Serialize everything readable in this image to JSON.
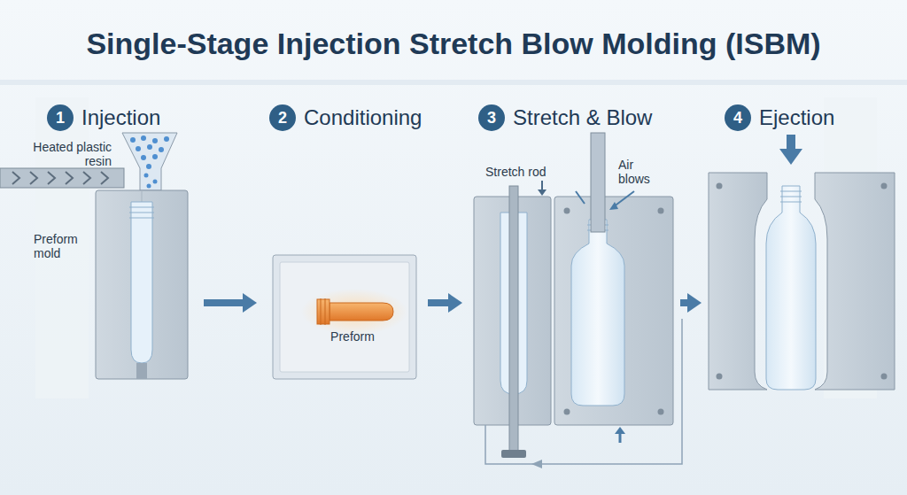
{
  "diagram": {
    "title": "Single-Stage Injection Stretch Blow Molding (ISBM)",
    "nodes": [
      {
        "text": [
          "1",
          "Injection"
        ]
      },
      {
        "text": [
          "2",
          "Conditioning"
        ]
      },
      {
        "text": [
          "3",
          "Stretch & Blow"
        ]
      },
      {
        "text": [
          "4",
          "Ejection"
        ]
      }
    ],
    "edges": [
      {
        "from": 0,
        "to": 1,
        "arrow": "to"
      },
      {
        "from": 1,
        "to": 2,
        "arrow": "to"
      },
      {
        "from": 2,
        "to": 3,
        "arrow": "to"
      }
    ],
    "labels": [
      "Heated plastic resin",
      "Preform mold",
      "Preform",
      "Stretch rod",
      "Air blows"
    ]
  }
}
